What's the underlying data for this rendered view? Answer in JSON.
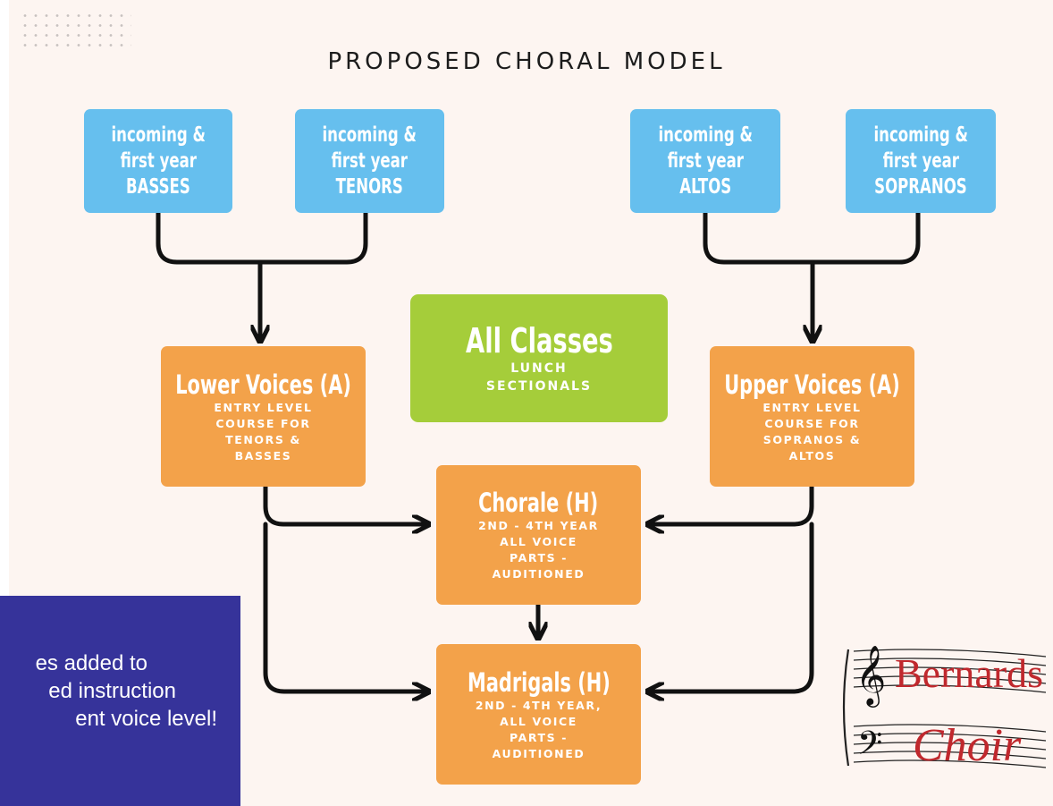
{
  "title": "PROPOSED CHORAL MODEL",
  "colors": {
    "blue": "#66bfee",
    "orange": "#f3a24a",
    "green": "#a5cd3a",
    "note_bg": "#36339a",
    "logo_red": "#c0282d"
  },
  "incoming": [
    {
      "line1": "incoming &",
      "line2": "first year",
      "line3": "BASSES"
    },
    {
      "line1": "incoming &",
      "line2": "first year",
      "line3": "TENORS"
    },
    {
      "line1": "incoming &",
      "line2": "first year",
      "line3": "ALTOS"
    },
    {
      "line1": "incoming &",
      "line2": "first year",
      "line3": "SOPRANOS"
    }
  ],
  "all_classes": {
    "heading": "All Classes",
    "sub1": "LUNCH",
    "sub2": "SECTIONALS"
  },
  "lower_voices": {
    "heading": "Lower Voices (A)",
    "lines": [
      "ENTRY LEVEL",
      "COURSE FOR",
      "TENORS &",
      "BASSES"
    ]
  },
  "upper_voices": {
    "heading": "Upper Voices (A)",
    "lines": [
      "ENTRY LEVEL",
      "COURSE FOR",
      "SOPRANOS &",
      "ALTOS"
    ]
  },
  "chorale": {
    "heading": "Chorale (H)",
    "lines": [
      "2ND - 4TH YEAR",
      "ALL VOICE",
      "PARTS -",
      "AUDITIONED"
    ]
  },
  "madrigals": {
    "heading": "Madrigals (H)",
    "lines": [
      "2ND - 4TH YEAR,",
      "ALL VOICE",
      "PARTS -",
      "AUDITIONED"
    ]
  },
  "note": {
    "line1": "es added to",
    "line2": "ed instruction",
    "line3": "ent voice level!"
  },
  "logo": {
    "word1": "Bernards",
    "word2": "Choir",
    "icons": [
      "treble-clef-icon",
      "bass-clef-icon"
    ]
  }
}
